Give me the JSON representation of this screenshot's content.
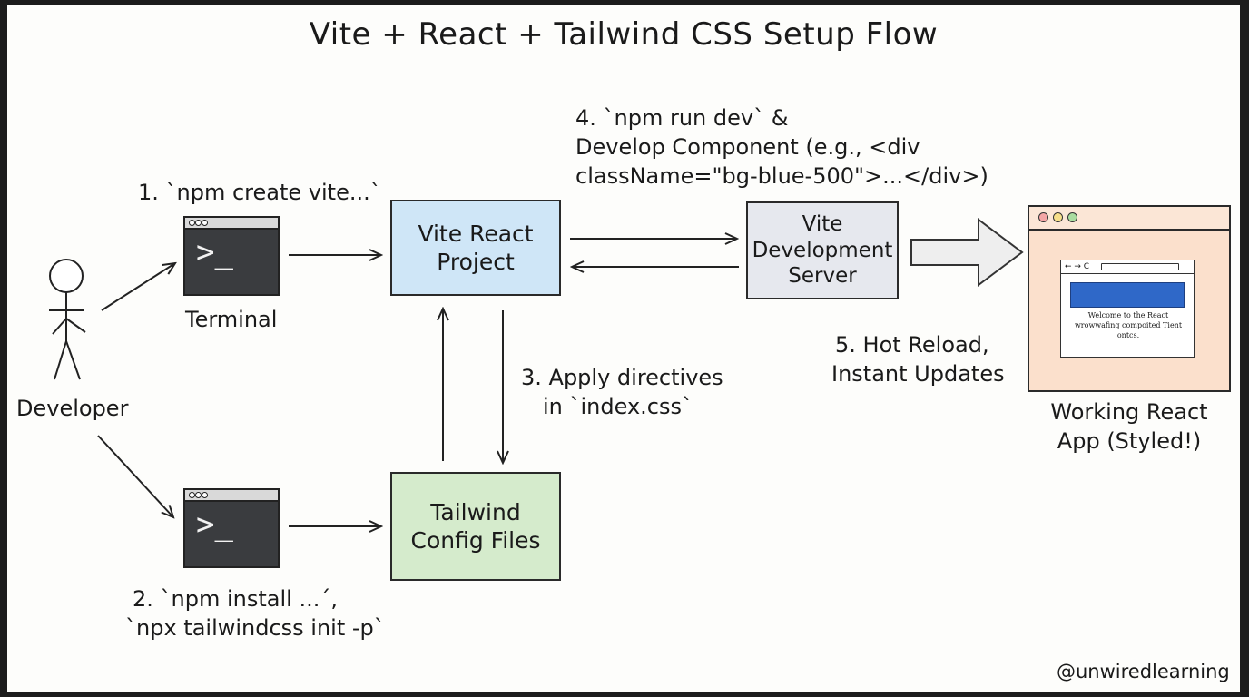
{
  "title": "Vite + React + Tailwind CSS Setup Flow",
  "actors": {
    "developer": "Developer"
  },
  "terminals": {
    "top_label": "Terminal",
    "prompt_glyph": ">_"
  },
  "steps": {
    "step1": "1. `npm create vite...`",
    "step2_line1": "2. `npm install ...´,",
    "step2_line2": "`npx tailwindcss init -p`",
    "step3_line1": "3. Apply directives",
    "step3_line2": "in `index.css`",
    "step4_line1": "4. `npm run dev` &",
    "step4_line2": "Develop Component (e.g., <div",
    "step4_line3": "className=\"bg-blue-500\">...</div>)",
    "step5_line1": "5. Hot Reload,",
    "step5_line2": "Instant Updates"
  },
  "boxes": {
    "vite_project": "Vite React\nProject",
    "tailwind_config": "Tailwind\nConfig Files",
    "dev_server": "Vite\nDevelopment\nServer"
  },
  "browser": {
    "nav_icons": "← → C",
    "content_text": "Welcome to the React wrowwafing compoited Tient ontcs.",
    "caption_line1": "Working React",
    "caption_line2": "App (Styled!)"
  },
  "watermark": "@unwiredlearning",
  "colors": {
    "vite_project_fill": "#cfe6f7",
    "tailwind_fill": "#d5ebcc",
    "server_fill": "#e6e8ee",
    "browser_fill": "#fbe0cc",
    "hero_blue": "#2f68c8",
    "terminal_fill": "#3a3c3f",
    "dot_red": "#f4a6a6",
    "dot_yellow": "#f6df8a",
    "dot_green": "#a9dca0"
  }
}
